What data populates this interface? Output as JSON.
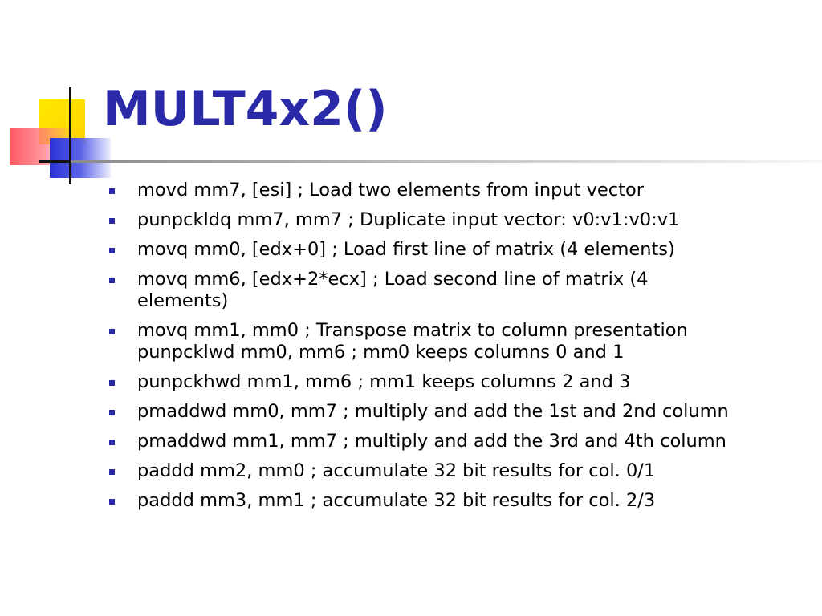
{
  "slide": {
    "title": "MULT4x2()",
    "accent_color": "#2a2aa8",
    "bullets": [
      "movd mm7, [esi] ; Load two elements from input vector",
      "punpckldq mm7, mm7 ; Duplicate input vector: v0:v1:v0:v1",
      "movq mm0, [edx+0] ; Load first line of matrix (4 elements)",
      "movq mm6, [edx+2*ecx] ; Load second line of matrix (4\nelements)",
      "movq mm1, mm0 ; Transpose matrix to column presentation\npunpcklwd mm0, mm6 ; mm0 keeps columns 0 and 1",
      "punpckhwd mm1, mm6 ; mm1 keeps columns 2 and 3",
      "pmaddwd mm0, mm7 ; multiply and add the 1st and 2nd column",
      "pmaddwd mm1, mm7 ; multiply and add the 3rd and 4th column",
      "paddd mm2, mm0 ; accumulate 32 bit results for col. 0/1",
      "paddd mm3, mm1 ; accumulate 32 bit results for col. 2/3"
    ]
  }
}
